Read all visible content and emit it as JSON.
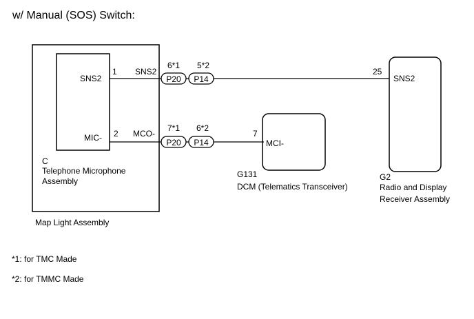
{
  "title": "w/ Manual (SOS) Switch:",
  "map_light": {
    "label": "Map Light Assembly",
    "microphone": {
      "code": "C",
      "name_line1": "Telephone Microphone",
      "name_line2": "Assembly",
      "pin_sns2_label": "SNS2",
      "pin_mic_label": "MIC-"
    }
  },
  "wire_sns2": {
    "pin_num": "1",
    "signal": "SNS2",
    "conn1_pin": "6*1",
    "conn1_name": "P20",
    "conn2_pin": "5*2",
    "conn2_name": "P14",
    "dest_pin": "25"
  },
  "wire_mco": {
    "pin_num": "2",
    "signal": "MCO-",
    "conn1_pin": "7*1",
    "conn1_name": "P20",
    "conn2_pin": "6*2",
    "conn2_name": "P14",
    "dest_pin": "7"
  },
  "dcm": {
    "code": "G131",
    "name": "DCM (Telematics Transceiver)",
    "pin_label": "MCI-"
  },
  "radio": {
    "code": "G2",
    "name_line1": "Radio and Display",
    "name_line2": "Receiver Assembly",
    "pin_label": "SNS2"
  },
  "notes": {
    "note1": "*1: for TMC Made",
    "note2": "*2: for TMMC Made"
  }
}
